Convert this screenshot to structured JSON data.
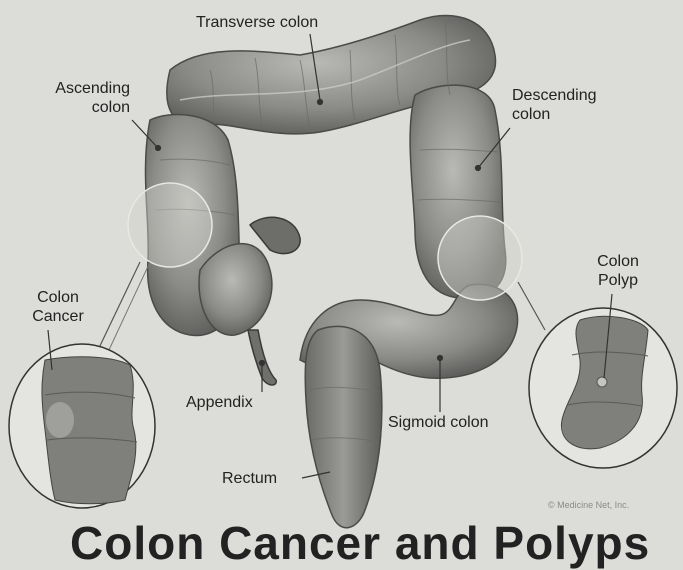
{
  "labels": {
    "transverse": "Transverse colon",
    "ascending_1": "Ascending",
    "ascending_2": "colon",
    "descending_1": "Descending",
    "descending_2": "colon",
    "cancer_1": "Colon",
    "cancer_2": "Cancer",
    "polyp_1": "Colon",
    "polyp_2": "Polyp",
    "appendix": "Appendix",
    "sigmoid": "Sigmoid colon",
    "rectum": "Rectum"
  },
  "credit": "© Medicine Net, Inc.",
  "bottom_title": "Colon Cancer and Polyps",
  "colors": {
    "background": "#dcdcd8",
    "tissue_dark": "#5e5e5e",
    "tissue_mid": "#8c8c8c",
    "tissue_light": "#b8b8b4",
    "line": "#333333"
  }
}
